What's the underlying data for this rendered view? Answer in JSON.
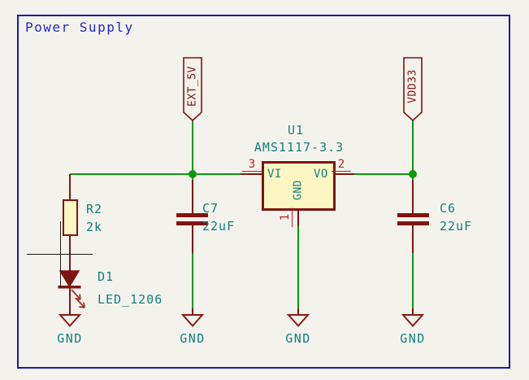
{
  "sheet": {
    "title": "Power Supply"
  },
  "colors": {
    "background": "#F4F2EC",
    "sheet_border_blue": "#1717BA",
    "title_blue": "#2326C8",
    "wire_green": "#0A990A",
    "symbol_maroon": "#801410",
    "pin_number_red": "#BF2020",
    "label_teal": "#107F80",
    "symbol_fill_yellow": "#FBF6C2",
    "cursor_black": "#1A1A1A"
  },
  "power_flags": {
    "ext5v": "EXT_5V",
    "vdd33": "VDD33"
  },
  "regulator": {
    "ref": "U1",
    "value": "AMS1117-3.3",
    "pins": {
      "vi": {
        "number": "3",
        "name": "VI"
      },
      "vo": {
        "number": "2",
        "name": "VO"
      },
      "gnd": {
        "number": "1",
        "name": "GND"
      }
    }
  },
  "resistor": {
    "ref": "R2",
    "value": "2k"
  },
  "led": {
    "ref": "D1",
    "value": "LED_1206"
  },
  "cap_left": {
    "ref": "C7",
    "value": "22uF"
  },
  "cap_right": {
    "ref": "C6",
    "value": "22uF"
  },
  "grounds": {
    "led_branch": "GND",
    "cap_left_branch": "GND",
    "regulator_branch": "GND",
    "cap_right_branch": "GND"
  }
}
